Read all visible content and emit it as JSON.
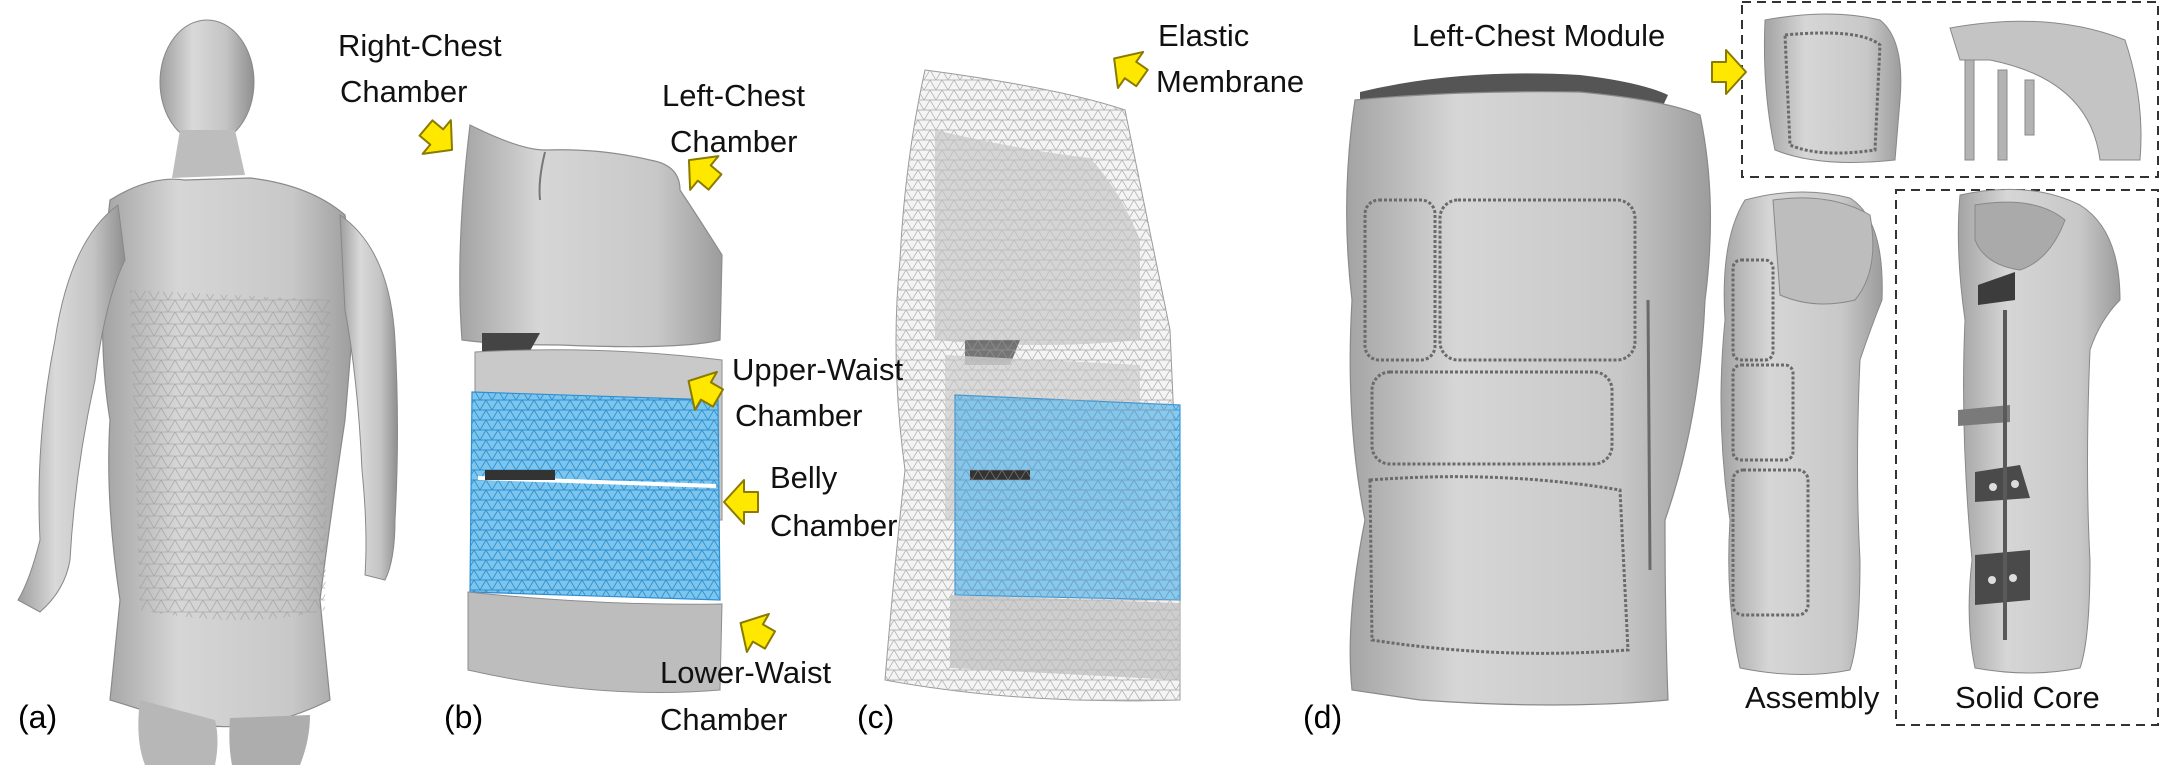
{
  "panels": {
    "a": "(a)",
    "b": "(b)",
    "c": "(c)",
    "d": "(d)"
  },
  "callouts": {
    "right_chest": [
      "Right-Chest",
      "Chamber"
    ],
    "left_chest": [
      "Left-Chest",
      "Chamber"
    ],
    "upper_waist": [
      "Upper-Waist",
      "Chamber"
    ],
    "belly": [
      "Belly",
      "Chamber"
    ],
    "lower_waist": [
      "Lower-Waist",
      "Chamber"
    ],
    "elastic_membrane": [
      "Elastic",
      "Membrane"
    ],
    "left_chest_module": "Left-Chest Module",
    "assembly": "Assembly",
    "solid_core": "Solid Core"
  },
  "colors": {
    "mesh_gray": "#c9c9c9",
    "mesh_shadow": "#9a9a9a",
    "mesh_highlight": "#e6e6e6",
    "belly_blue": "#5ab4e6",
    "arrow_yellow": "#ffe800",
    "arrow_outline": "#8a7a00"
  }
}
